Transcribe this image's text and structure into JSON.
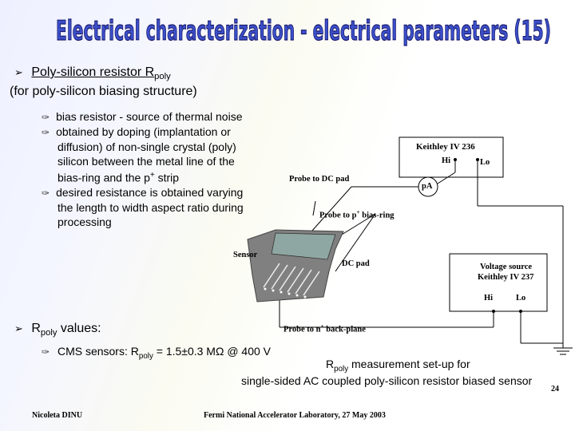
{
  "title": "Electrical characterization - electrical parameters (15)",
  "section1": {
    "heading_main": "Poly-silicon resistor R",
    "heading_sub": "poly",
    "subheading": "(for poly-silicon biasing structure)",
    "bullets": [
      "bias resistor - source of thermal noise",
      "obtained by doping (implantation or",
      "diffusion) of non-single crystal (poly)",
      "silicon between the metal line of the",
      "bias-ring and the p",
      "desired resistance is obtained varying",
      "the length to width aspect ratio during",
      "processing"
    ],
    "bias_ring_sup": "+",
    "bias_ring_tail": " strip"
  },
  "section2": {
    "heading_main": "R",
    "heading_sub": "poly",
    "heading_tail": " values:",
    "cms_prefix": "CMS sensors: R",
    "cms_sub": "poly",
    "cms_value": " = 1.5±0.3 MΩ @ 400 V"
  },
  "diagram": {
    "keithley_top": "Keithley IV 236",
    "hi_top": "Hi",
    "lo_top": "Lo",
    "pa": "pA",
    "probe_dc": "Probe to DC pad",
    "probe_bias_prefix": "Probe to p",
    "probe_bias_sup": "+",
    "probe_bias_tail": " bias-ring",
    "sensor": "Sensor",
    "dc_pad": "DC pad",
    "voltage_source_line1": "Voltage source",
    "voltage_source_line2": "Keithley IV 237",
    "hi_bottom": "Hi",
    "lo_bottom": "Lo",
    "probe_back_prefix": "Probe to n",
    "probe_back_sup": "+",
    "probe_back_tail": " back-plane"
  },
  "caption": {
    "line1_prefix": "R",
    "line1_sub": "poly",
    "line1_tail": " measurement set-up for",
    "line2": "single-sided AC coupled poly-silicon resistor biased sensor"
  },
  "footer": {
    "author": "Nicoleta DINU",
    "lab": "Fermi National Accelerator Laboratory, 27 May 2003",
    "page": "24"
  },
  "colors": {
    "title_fill": "#3b4fc8",
    "title_outline": "#1a1a6e",
    "bullet_arrow": "#000000"
  }
}
